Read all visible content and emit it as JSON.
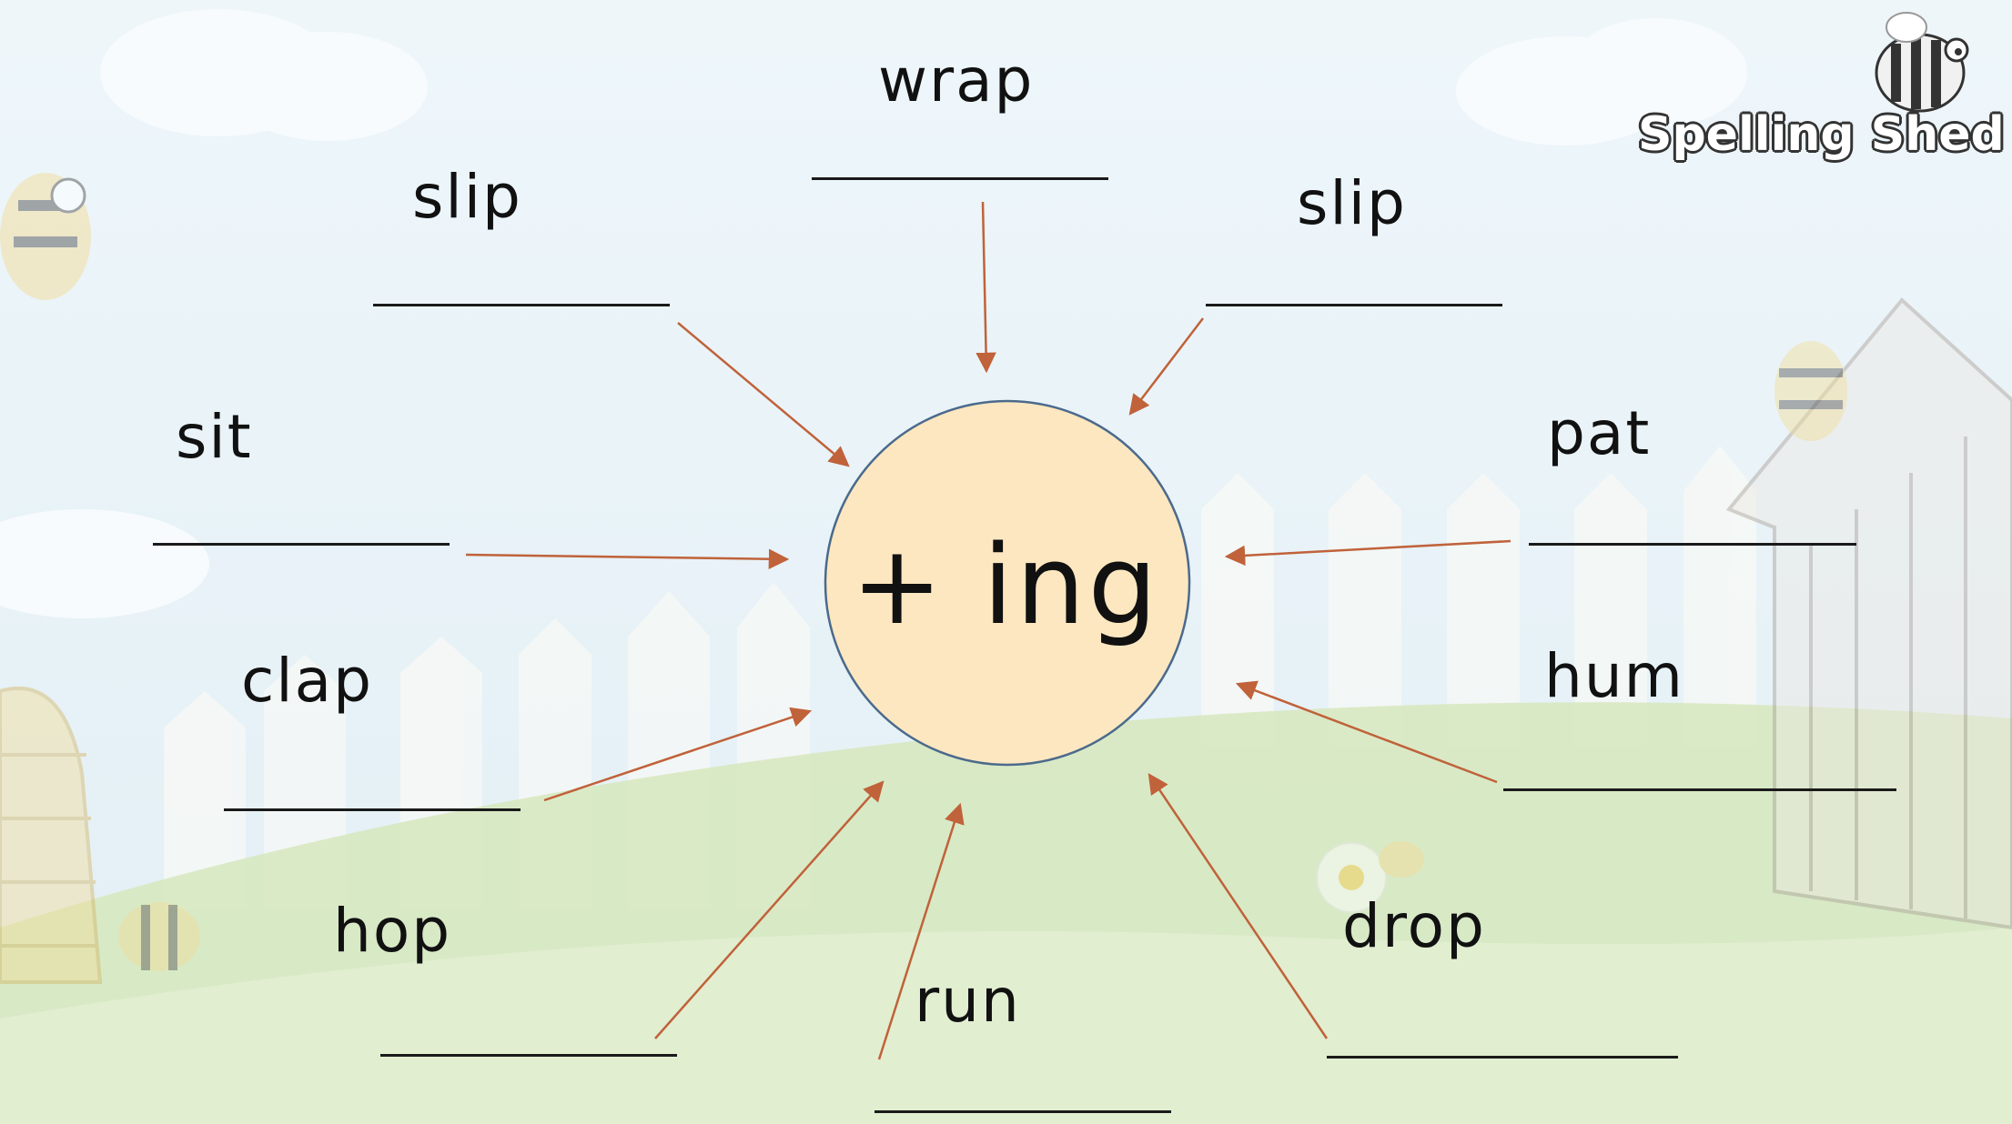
{
  "logo": {
    "text": "Spelling Shed"
  },
  "center": {
    "label": "+ ing"
  },
  "words": [
    {
      "id": "wrap",
      "text": "wrap"
    },
    {
      "id": "slip-left",
      "text": "slip"
    },
    {
      "id": "slip-right",
      "text": "slip"
    },
    {
      "id": "sit",
      "text": "sit"
    },
    {
      "id": "pat",
      "text": "pat"
    },
    {
      "id": "clap",
      "text": "clap"
    },
    {
      "id": "hum",
      "text": "hum"
    },
    {
      "id": "hop",
      "text": "hop"
    },
    {
      "id": "run",
      "text": "run"
    },
    {
      "id": "drop",
      "text": "drop"
    }
  ],
  "colors": {
    "arrow": "#c0623a",
    "circle_fill": "#fde7c0",
    "circle_stroke": "#4b6a8c",
    "sky": "#e4f1f7",
    "grass": "#d4e6b5"
  }
}
